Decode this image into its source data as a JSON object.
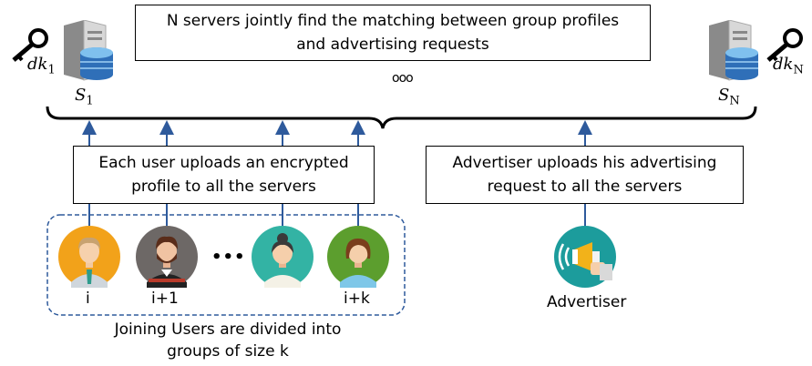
{
  "top_box": {
    "line1": "N servers jointly find the matching between group profiles",
    "line2": "and advertising requests"
  },
  "ellipsis_servers": "ooo",
  "server_left": {
    "key_label": "dk",
    "key_sub": "1",
    "server_label": "S",
    "server_sub": "1"
  },
  "server_right": {
    "key_label": "dk",
    "key_sub": "N",
    "server_label": "S",
    "server_sub": "N"
  },
  "user_box": {
    "line1": "Each user uploads an encrypted",
    "line2": "profile to all the servers"
  },
  "advertiser_box": {
    "line1": "Advertiser uploads his advertising",
    "line2": "request to all the servers"
  },
  "users": {
    "labels": [
      "i",
      "i+1",
      "",
      "i+k"
    ],
    "ellipsis": "•••",
    "caption_line1": "Joining Users are divided into",
    "caption_line2": "groups of size k"
  },
  "advertiser_label": "Advertiser",
  "colors": {
    "arrow": "#2e5a9c",
    "group_border": "#2e5a9c",
    "avatar_orange": "#f2a21a",
    "avatar_gray": "#6d6866",
    "avatar_teal": "#33b3a4",
    "avatar_green": "#5c9e2e",
    "advertiser_teal": "#1c9c9c"
  }
}
